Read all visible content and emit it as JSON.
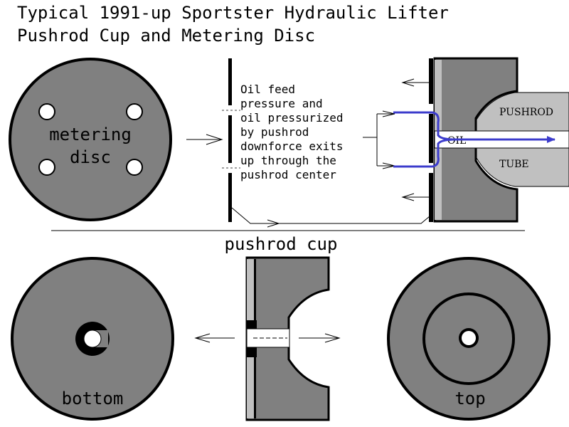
{
  "title": {
    "line1": "Typical 1991-up Sportster Hydraulic Lifter",
    "line2": "Pushrod Cup and Metering Disc"
  },
  "metering_disc": {
    "label_line1": "metering",
    "label_line2": "disc"
  },
  "explanation": {
    "lines": [
      "Oil feed",
      "pressure and",
      "oil pressurized",
      "by pushrod",
      "downforce exits",
      "up through the",
      "pushrod center"
    ]
  },
  "section_view": {
    "pushrod_label": "PUSHROD",
    "oil_label": "OIL",
    "tube_label": "TUBE"
  },
  "pushrod_cup": {
    "label": "pushrod cup",
    "bottom_label": "bottom",
    "top_label": "top"
  },
  "colors": {
    "part_fill": "#808080",
    "tube_fill": "#c0c0c0",
    "oil_flow": "#3c3ccc",
    "outline": "#000000"
  }
}
